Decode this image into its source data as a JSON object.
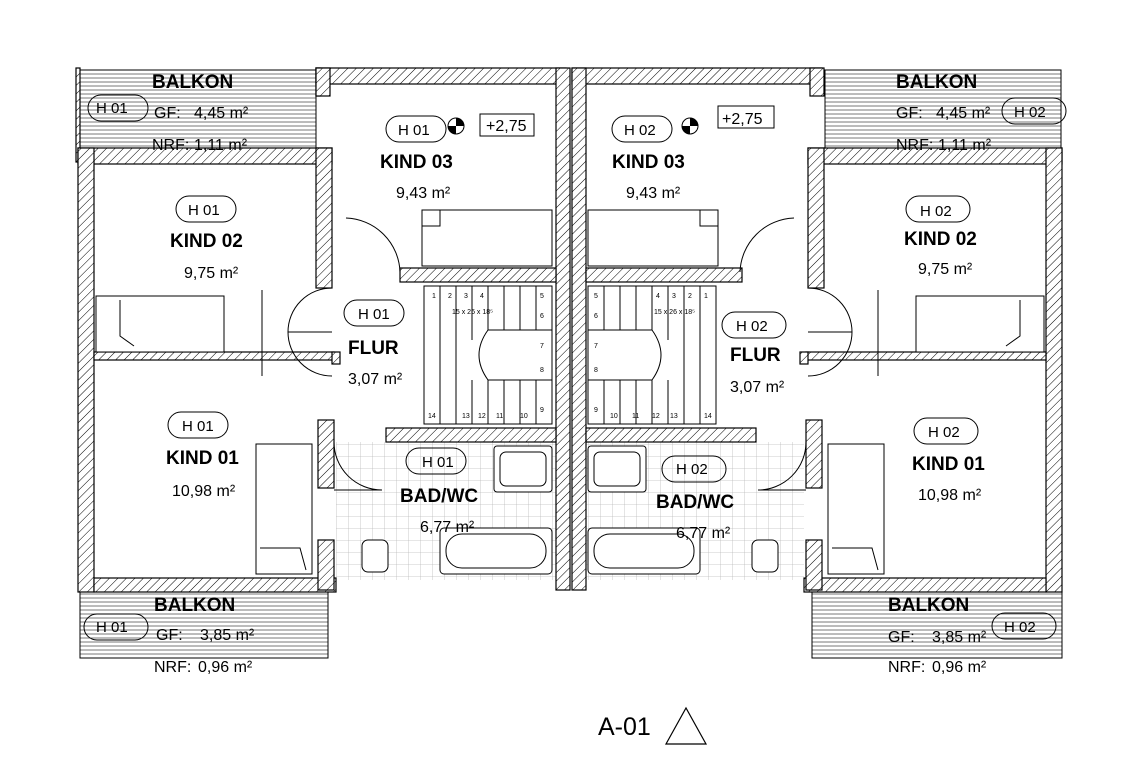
{
  "plan_title": "A-01",
  "units": [
    "H 01",
    "H 02"
  ],
  "level_marks": [
    {
      "unit_tag": "H 01",
      "value": "+2,75"
    },
    {
      "unit_tag": "H 02",
      "value": "+2,75"
    }
  ],
  "rooms": {
    "balkon_top_left": {
      "name": "BALKON",
      "tag": "H 01",
      "gf_label": "GF:",
      "gf_value": "4,45 m²",
      "nrf_label": "NRF:",
      "nrf_value": "1,11 m²"
    },
    "balkon_top_right": {
      "name": "BALKON",
      "tag": "H 02",
      "gf_label": "GF:",
      "gf_value": "4,45 m²",
      "nrf_label": "NRF:",
      "nrf_value": "1,11 m²"
    },
    "kind03_left": {
      "name": "KIND 03",
      "tag": "H 01",
      "area": "9,43 m²"
    },
    "kind03_right": {
      "name": "KIND 03",
      "tag": "H 02",
      "area": "9,43 m²"
    },
    "kind02_left": {
      "name": "KIND 02",
      "tag": "H 01",
      "area": "9,75 m²"
    },
    "kind02_right": {
      "name": "KIND 02",
      "tag": "H 02",
      "area": "9,75 m²"
    },
    "flur_left": {
      "name": "FLUR",
      "tag": "H 01",
      "area": "3,07 m²"
    },
    "flur_right": {
      "name": "FLUR",
      "tag": "H 02",
      "area": "3,07 m²"
    },
    "kind01_left": {
      "name": "KIND 01",
      "tag": "H 01",
      "area": "10,98 m²"
    },
    "kind01_right": {
      "name": "KIND 01",
      "tag": "H 02",
      "area": "10,98 m²"
    },
    "bad_left": {
      "name": "BAD/WC",
      "tag": "H 01",
      "area": "6,77 m²"
    },
    "bad_right": {
      "name": "BAD/WC",
      "tag": "H 02",
      "area": "6,77 m²"
    },
    "balkon_bottom_left": {
      "name": "BALKON",
      "tag": "H 01",
      "gf_label": "GF:",
      "gf_value": "3,85 m²",
      "nrf_label": "NRF:",
      "nrf_value": "0,96 m²"
    },
    "balkon_bottom_right": {
      "name": "BALKON",
      "tag": "H 02",
      "gf_label": "GF:",
      "gf_value": "3,85 m²",
      "nrf_label": "NRF:",
      "nrf_value": "0,96 m²"
    }
  },
  "stairs": {
    "spec": "15 x 26 x 18⁵",
    "steps_left": [
      "1",
      "2",
      "3",
      "4",
      "5",
      "6",
      "7",
      "8",
      "9",
      "10",
      "11",
      "12",
      "13",
      "14"
    ],
    "steps_right": [
      "1",
      "2",
      "3",
      "4",
      "5",
      "6",
      "7",
      "8",
      "9",
      "10",
      "11",
      "12",
      "13",
      "14"
    ]
  }
}
